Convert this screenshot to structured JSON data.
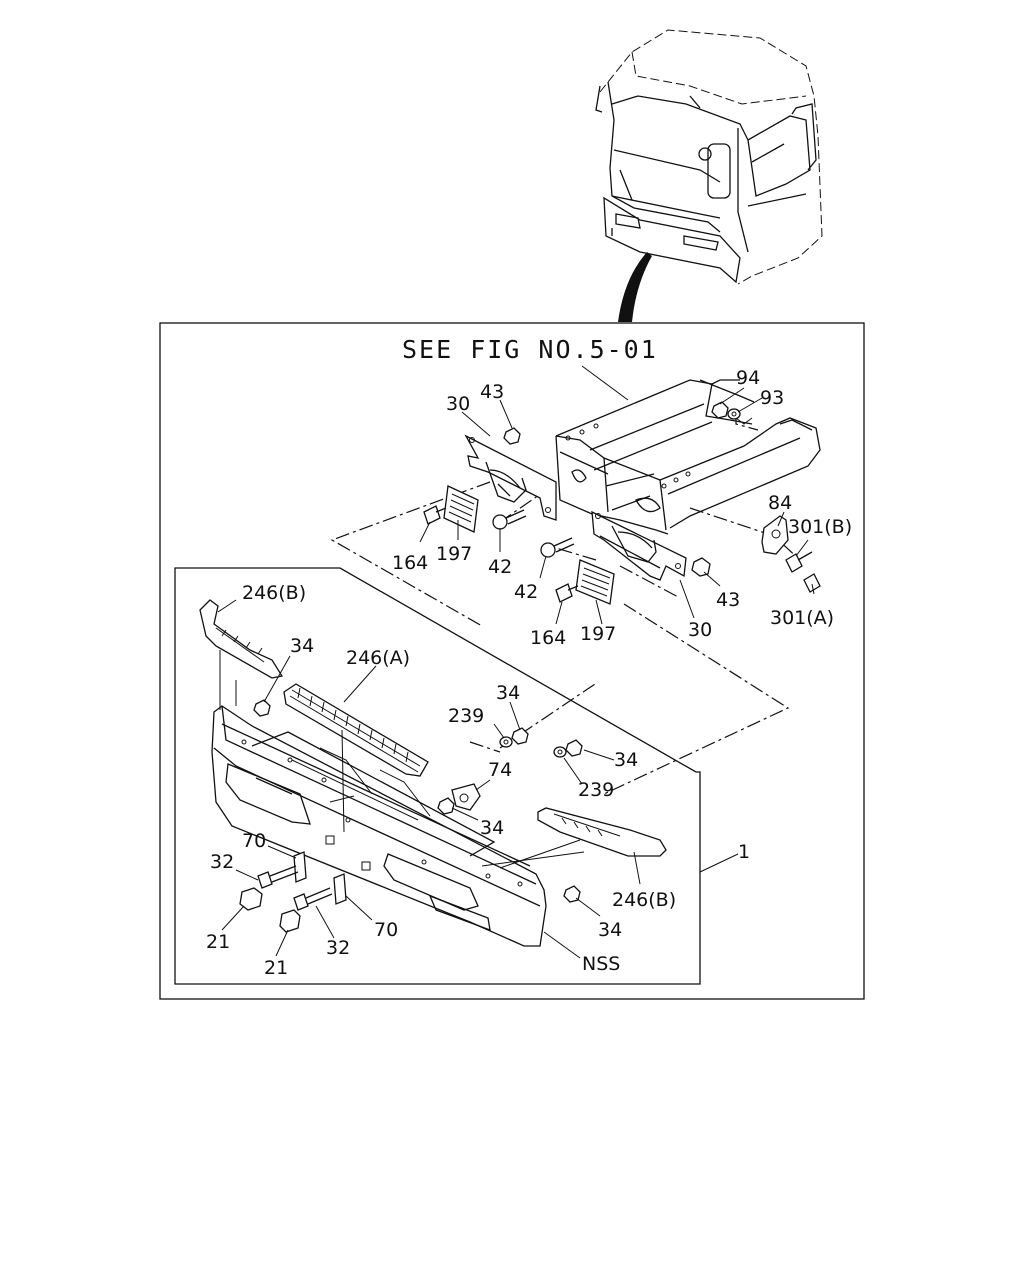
{
  "reference_text": "SEE FIG NO.5-01",
  "labels": {
    "l30_top": "30",
    "l43_top": "43",
    "l94": "94",
    "l93": "93",
    "l84": "84",
    "l301b": "301(B)",
    "l301a": "301(A)",
    "l164_left": "164",
    "l197_left": "197",
    "l42_left": "42",
    "l42_right": "42",
    "l43_right": "43",
    "l30_right": "30",
    "l164_right": "164",
    "l197_right": "197",
    "l246b_top": "246(B)",
    "l34_upper": "34",
    "l246a": "246(A)",
    "l34_mid": "34",
    "l239_upper": "239",
    "l74": "74",
    "l34_right_mid": "34",
    "l239_lower": "239",
    "l34_center": "34",
    "l1": "1",
    "l70_left": "70",
    "l32_left": "32",
    "l21_left": "21",
    "l32_right": "32",
    "l70_right": "70",
    "l21_right": "21",
    "l246b_bottom": "246(B)",
    "l34_bottom": "34",
    "lnss": "NSS"
  }
}
